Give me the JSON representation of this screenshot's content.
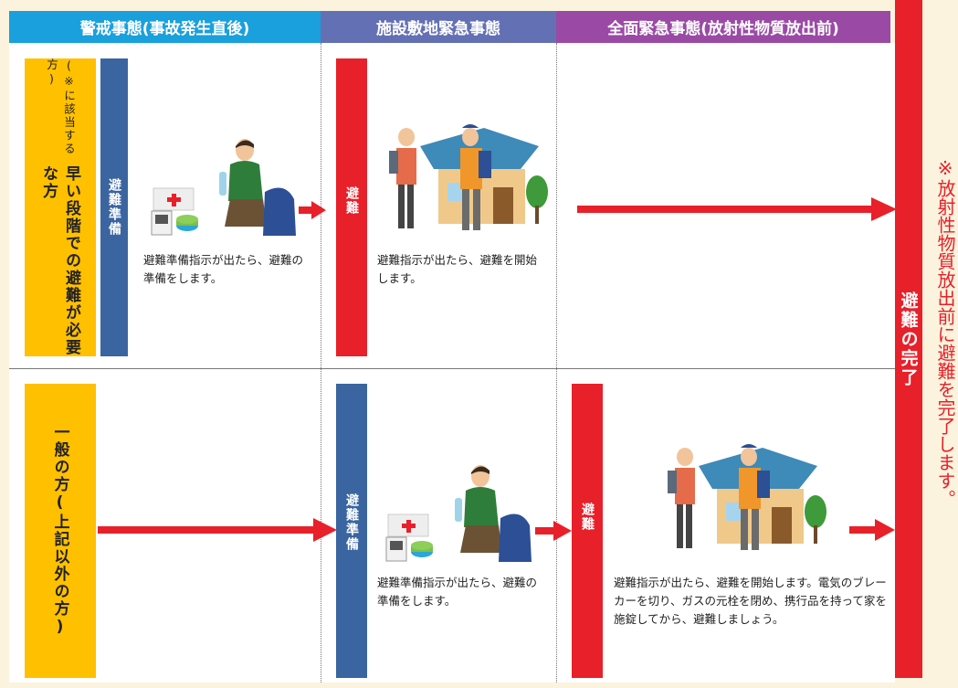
{
  "headers": {
    "col1": "警戒事態(事故発生直後)",
    "col2": "施設敷地緊急事態",
    "col3": "全面緊急事態(放射性物質放出前)"
  },
  "colors": {
    "col1_header": "#1aa0dc",
    "col2_header": "#6470b4",
    "col3_header": "#9a4aa5",
    "red": "#e8202a",
    "blue_bar": "#3a65a0",
    "yellow_bar": "#ffc000"
  },
  "rows": {
    "top": {
      "label": "早い段階での避難が必要な方",
      "sublabel": "(※に該当する方)",
      "prep_bar": "避難準備",
      "prep_caption": "避難準備指示が出たら、避難の準備をします。",
      "evac_bar": "避難",
      "evac_caption": "避難指示が出たら、避難を開始します。"
    },
    "bottom": {
      "label": "一般の方(上記以外の方)",
      "prep_bar": "避難準備",
      "prep_caption": "避難準備指示が出たら、避難の準備をします。",
      "evac_bar": "避難",
      "evac_caption": "避難指示が出たら、避難を開始します。電気のブレーカーを切り、ガスの元栓を閉め、携行品を持って家を施錠してから、避難しましょう。"
    }
  },
  "complete_bar": "避難の完了",
  "side_note": "※放射性物質放出前に避難を完了します。",
  "icons": [
    "supplies-icon",
    "person-packing-icon",
    "evacuees-house-icon",
    "arrow-icon"
  ]
}
